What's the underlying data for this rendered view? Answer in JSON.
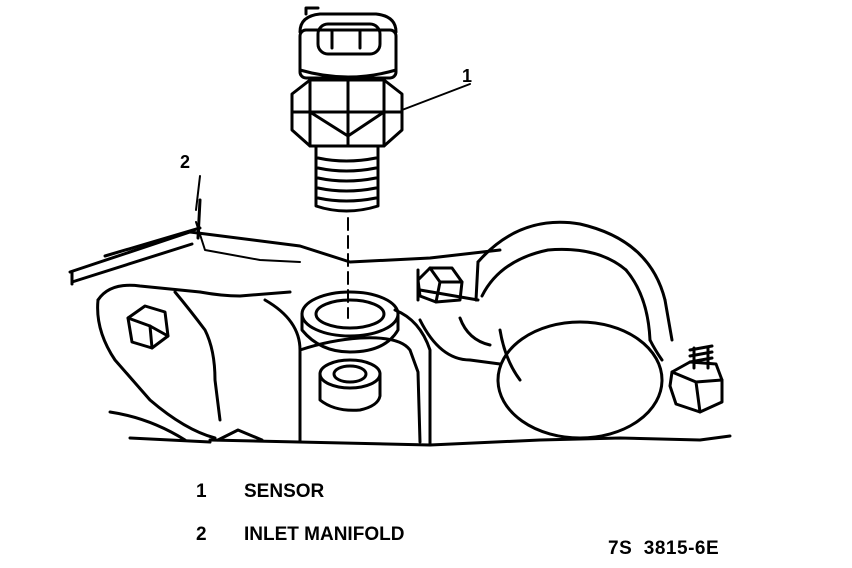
{
  "callouts": [
    {
      "number": "1",
      "label": "SENSOR"
    },
    {
      "number": "2",
      "label": "INLET MANIFOLD"
    }
  ],
  "figure_ref": "7S  3815-6E",
  "colors": {
    "ink": "#000000",
    "paper": "#ffffff"
  }
}
